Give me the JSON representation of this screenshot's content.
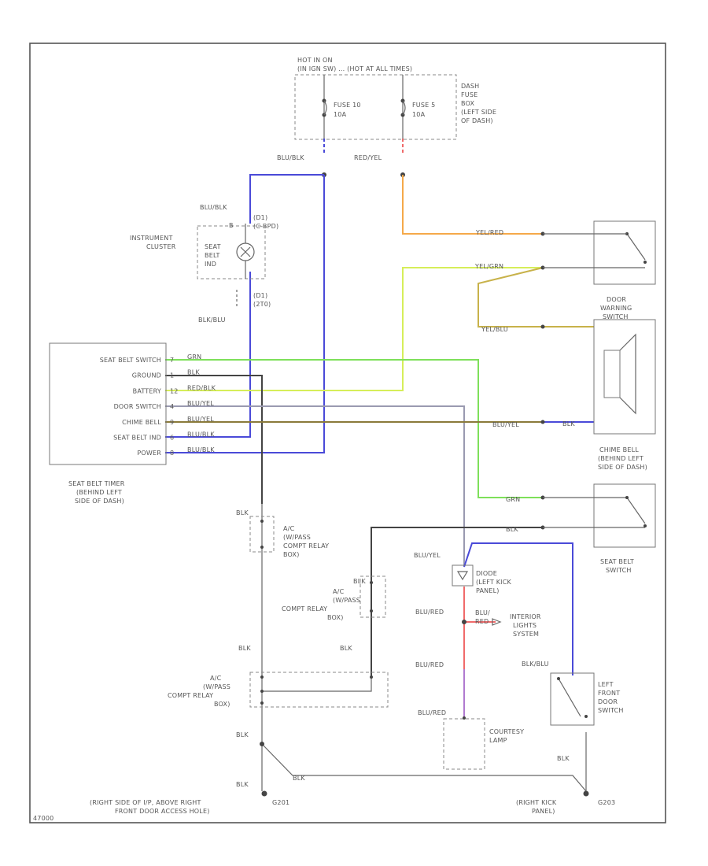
{
  "colors": {
    "blue": "#4a4ad8",
    "orange": "#f5a94a",
    "yellow_green": "#d6ee5a",
    "green": "#7ee05a",
    "olive": "#b3a24a",
    "gray": "#aaaaaa",
    "red": "#f06a6a",
    "black": "#444444"
  },
  "fuse_box": {
    "hot_label_1": "HOT IN ON",
    "hot_label_2": "(IN IGN SW) ... (HOT AT ALL TIMES)",
    "fuse_10": "FUSE 10",
    "fuse_10_amp": "10A",
    "fuse_5": "FUSE 5",
    "fuse_5_amp": "10A",
    "location": [
      "DASH",
      "FUSE",
      "BOX",
      "(LEFT SIDE",
      "OF DASH)"
    ]
  },
  "wires": {
    "blu_blk_top": "BLU/BLK",
    "red_yel": "RED/YEL",
    "blu_blk_cluster": "BLU/BLK",
    "blk_blu_cluster": "BLK/BLU",
    "yel_red": "YEL/RED",
    "yel_grn": "YEL/GRN",
    "yel_blu": "YEL/BLU",
    "grn": "GRN",
    "blu_yel_bell": "BLU/YEL",
    "blk_bell": "BLK",
    "grn_switch": "GRN",
    "blk_switch": "BLK",
    "blk_left": "BLK",
    "blk_mid": "BLK",
    "blu_yel_ind": "BLU/YEL",
    "blu_red_1": "BLU/RED",
    "blu_red_2": "BLU/RED",
    "blu_red_3": "BLU/RED",
    "blu_red_opt": "BLU/RED",
    "blk_blu_door": "BLK/BLU",
    "blk_g201": "BLK",
    "blk_g201_lower": "BLK",
    "blk_bottom": "BLK",
    "blk_right": "BLK"
  },
  "cluster": {
    "label": [
      "INSTRUMENT",
      "CLUSTER"
    ],
    "indicator": [
      "SEAT",
      "BELT",
      "IND"
    ],
    "conn_top": [
      "(D1)",
      "(C-BPD)"
    ],
    "conn_bottom": [
      "(D1)",
      "(2T0)"
    ],
    "pin_b": "B"
  },
  "timer": {
    "rows": [
      "SEAT BELT SWITCH",
      "GROUND",
      "BATTERY",
      "DOOR SWITCH",
      "CHIME BELL",
      "SEAT BELT IND",
      "POWER"
    ],
    "pins": [
      "7",
      "1",
      "12",
      "4",
      "9",
      "6",
      "8"
    ],
    "wires": [
      "GRN",
      "BLK",
      "RED/BLK",
      "BLU/YEL",
      "BLU/YEL",
      "BLU/BLK",
      "BLU/BLK"
    ],
    "caption": [
      "SEAT BELT TIMER",
      "(BEHIND LEFT",
      "SIDE OF DASH)"
    ]
  },
  "door_warning_switch": [
    "DOOR",
    "WARNING",
    "SWITCH"
  ],
  "chime_bell": [
    "CHIME BELL",
    "(BEHIND LEFT",
    "SIDE OF DASH)"
  ],
  "seat_belt_switch": [
    "SEAT BELT",
    "SWITCH"
  ],
  "relay_1": [
    "A/C",
    "(W/PASS",
    "COMPT RELAY",
    "BOX)"
  ],
  "relay_2": [
    "A/C",
    "(W/PASS",
    "COMPT RELAY",
    "BOX)"
  ],
  "relay_3": [
    "A/C",
    "(W/PASS",
    "COMPT RELAY",
    "BOX)"
  ],
  "diode": [
    "DIODE",
    "(LEFT KICK",
    "PANEL)"
  ],
  "interior_lights": [
    "INTERIOR",
    "LIGHTS",
    "SYSTEM"
  ],
  "blu_red_opt": [
    "BLU/",
    "RED"
  ],
  "courtesy_lamp": [
    "COURTESY",
    "LAMP"
  ],
  "left_door_switch": [
    "LEFT",
    "FRONT",
    "DOOR",
    "SWITCH"
  ],
  "ground_g201": {
    "label": [
      "(RIGHT SIDE OF I/P, ABOVE RIGHT",
      "FRONT DOOR ACCESS HOLE)"
    ],
    "id": "G201"
  },
  "ground_g203": {
    "label": [
      "(RIGHT KICK",
      "PANEL)"
    ],
    "id": "G203"
  },
  "figure_id": "47000"
}
